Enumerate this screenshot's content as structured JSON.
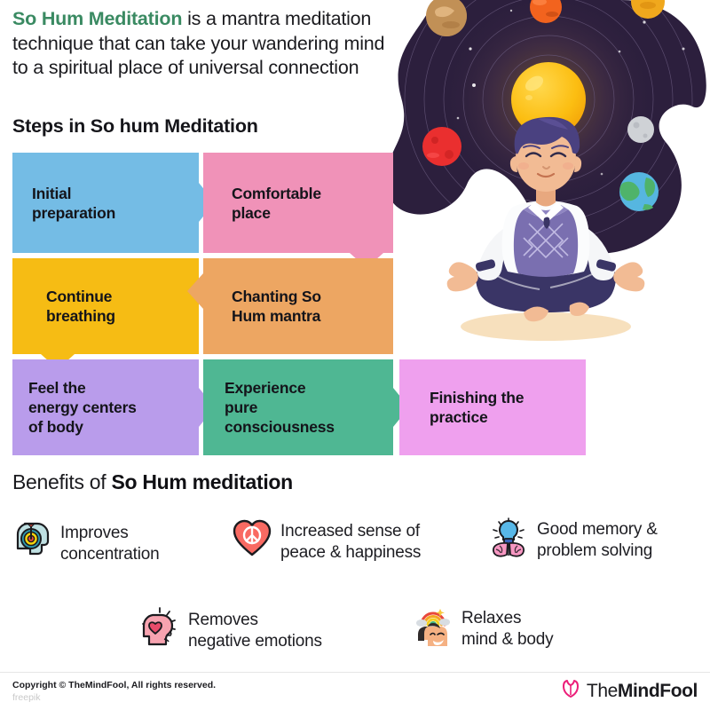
{
  "intro": {
    "highlight": "So Hum Meditation",
    "rest": " is a mantra meditation technique that can take your wandering mind to a spiritual place of universal connection",
    "highlight_color": "#3a8a62"
  },
  "steps_title": "Steps in So hum Meditation",
  "steps": [
    {
      "label": "Initial\npreparation",
      "color": "#74bce5",
      "arrow": "right"
    },
    {
      "label": "Comfortable\nplace",
      "color": "#f092b8",
      "arrow": "down"
    },
    {
      "label": "Continue\nbreathing",
      "color": "#f6bc14",
      "arrow": "down"
    },
    {
      "label": "Chanting So\nHum mantra",
      "color": "#eda662",
      "arrow": "left"
    },
    {
      "label": "Feel the\nenergy centers\nof body",
      "color": "#b99ceb",
      "arrow": "right"
    },
    {
      "label": "Experience\npure\nconsciousness",
      "color": "#4fb793",
      "arrow": "right"
    },
    {
      "label": "Finishing the\npractice",
      "color": "#efa0ee",
      "arrow": "none"
    }
  ],
  "benefits_title": {
    "prefix": "Benefits of ",
    "bold": "So Hum meditation"
  },
  "benefits": [
    {
      "icon": "head-target-icon",
      "label": "Improves\nconcentration"
    },
    {
      "icon": "heart-peace-icon",
      "label": "Increased sense of\npeace & happiness"
    },
    {
      "icon": "bulb-brain-icon",
      "label": "Good memory &\nproblem solving"
    },
    {
      "icon": "head-heart-icon",
      "label": "Removes\nnegative emotions"
    },
    {
      "icon": "head-rainbow-icon",
      "label": "Relaxes\nmind & body"
    }
  ],
  "footer": {
    "copyright": "Copyright © TheMindFool, All rights reserved.",
    "attribution": "freepik",
    "brand_prefix": "The",
    "brand_bold": "MindFool",
    "brand_icon": "tulip-logo-icon",
    "brand_color": "#ec1e79"
  },
  "illustration": {
    "name": "meditating-man-cosmos-illustration",
    "sky_color": "#2c1f3d",
    "sun_color": "#ffc220",
    "planets": [
      "jupiter",
      "mars",
      "earth",
      "orange-planet",
      "moon"
    ]
  }
}
